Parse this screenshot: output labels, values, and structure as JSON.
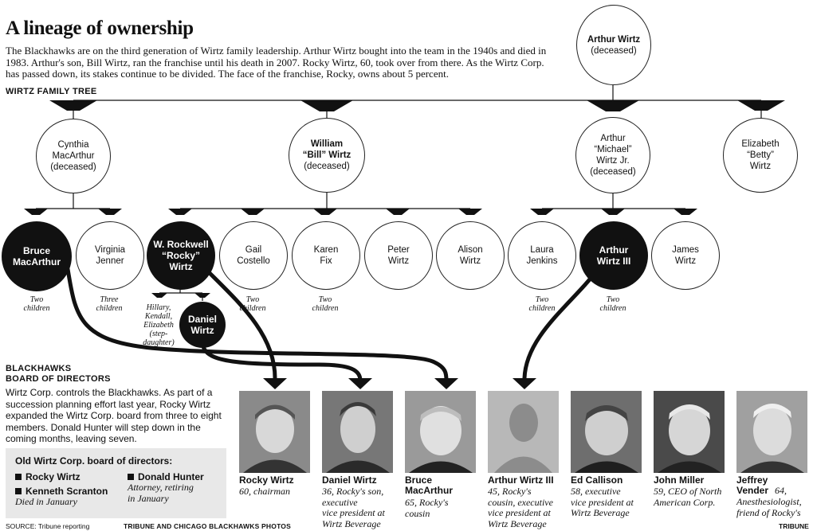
{
  "title": "A lineage of ownership",
  "intro": "The Blackhawks are on the third generation of Wirtz family leadership. Arthur Wirtz bought into the team in the 1940s and died in 1983. Arthur's son, Bill Wirtz, ran the franchise until his death in 2007. Rocky Wirtz, 60, took over from there. As the Wirtz Corp. has passed down, its stakes continue to be divided. The face of the franchise, Rocky, owns about 5 percent.",
  "tree_label": "WIRTZ FAMILY TREE",
  "root": {
    "name": "Arthur Wirtz",
    "note": "(deceased)"
  },
  "generation2": [
    {
      "name": "Cynthia\nMacArthur\n(deceased)"
    },
    {
      "name_bold": "William\n“Bill” Wirtz",
      "note": "(deceased)"
    },
    {
      "name": "Arthur\n“Michael”\nWirtz Jr.\n(deceased)"
    },
    {
      "name": "Elizabeth\n“Betty”\nWirtz"
    }
  ],
  "generation3": [
    {
      "name": "Bruce\nMacArthur",
      "children": "Two\nchildren"
    },
    {
      "name": "Virginia\nJenner",
      "children": "Three\nchildren"
    },
    {
      "name": "W. Rockwell\n“Rocky”\nWirtz",
      "children": "Hillary,\nKendall,\nElizabeth\n(step-\ndaughter)"
    },
    {
      "name": "Gail\nCostello",
      "children": "Two\nchildren"
    },
    {
      "name": "Karen\nFix",
      "children": "Two\nchildren"
    },
    {
      "name": "Peter\nWirtz",
      "children": ""
    },
    {
      "name": "Alison\nWirtz",
      "children": ""
    },
    {
      "name": "Laura\nJenkins",
      "children": "Two\nchildren"
    },
    {
      "name": "Arthur\nWirtz III",
      "children": "Two\nchildren"
    },
    {
      "name": "James\nWirtz",
      "children": ""
    }
  ],
  "generation4": {
    "name": "Daniel\nWirtz"
  },
  "board": {
    "heading": "BLACKHAWKS\nBOARD OF DIRECTORS",
    "description": "Wirtz Corp. controls the Blackhawks. As part of a succession planning effort last year, Rocky Wirtz expanded the Wirtz Corp. board from three to eight members. Donald Hunter will step down in the coming months, leaving seven.",
    "old_board_title": "Old Wirtz Corp. board of directors:",
    "old_board": [
      {
        "name": "Rocky Wirtz",
        "note": ""
      },
      {
        "name": "Kenneth Scranton",
        "note": "Died in January"
      },
      {
        "name": "Donald Hunter",
        "note": "Attorney, retiring\nin January"
      }
    ],
    "members": [
      {
        "name": "Rocky Wirtz",
        "desc": "60, chairman"
      },
      {
        "name": "Daniel Wirtz",
        "desc": "36, Rocky's son,\nexecutive\nvice president at\nWirtz Beverage"
      },
      {
        "name": "Bruce\nMacArthur",
        "desc": "65, Rocky's\ncousin"
      },
      {
        "name": "Arthur Wirtz III",
        "desc": "45, Rocky's\ncousin, executive\nvice president at\nWirtz Beverage"
      },
      {
        "name": "Ed Callison",
        "desc": "58, executive\nvice president at\nWirtz Beverage"
      },
      {
        "name": "John Miller",
        "desc": "59, CEO of North\nAmerican Corp."
      },
      {
        "name": "Jeffrey\nVender",
        "desc_inline": "64,",
        "desc": "Anesthesiologist,\nfriend of Rocky's"
      }
    ]
  },
  "source": "SOURCE: Tribune reporting",
  "photo_credit": "TRIBUNE AND CHICAGO BLACKHAWKS PHOTOS",
  "tribune": "TRIBUNE"
}
